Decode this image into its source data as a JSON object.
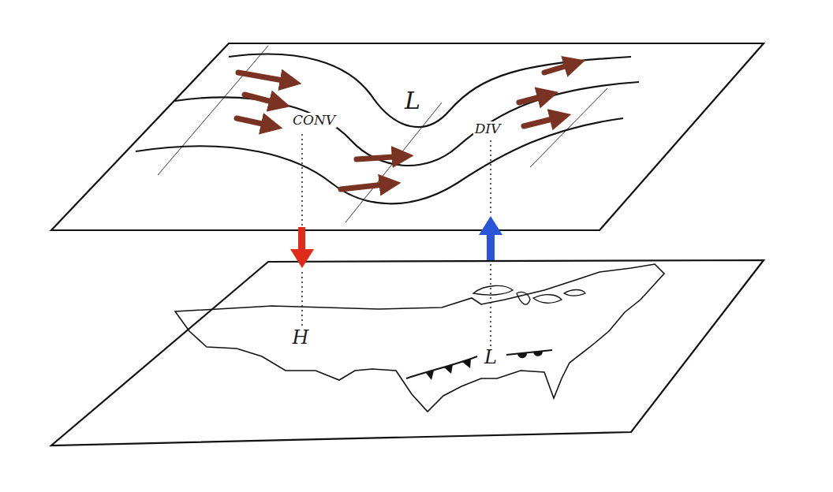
{
  "diagram": {
    "labels": [
      "L",
      "CONV",
      "DIV",
      "H",
      "L"
    ]
  }
}
